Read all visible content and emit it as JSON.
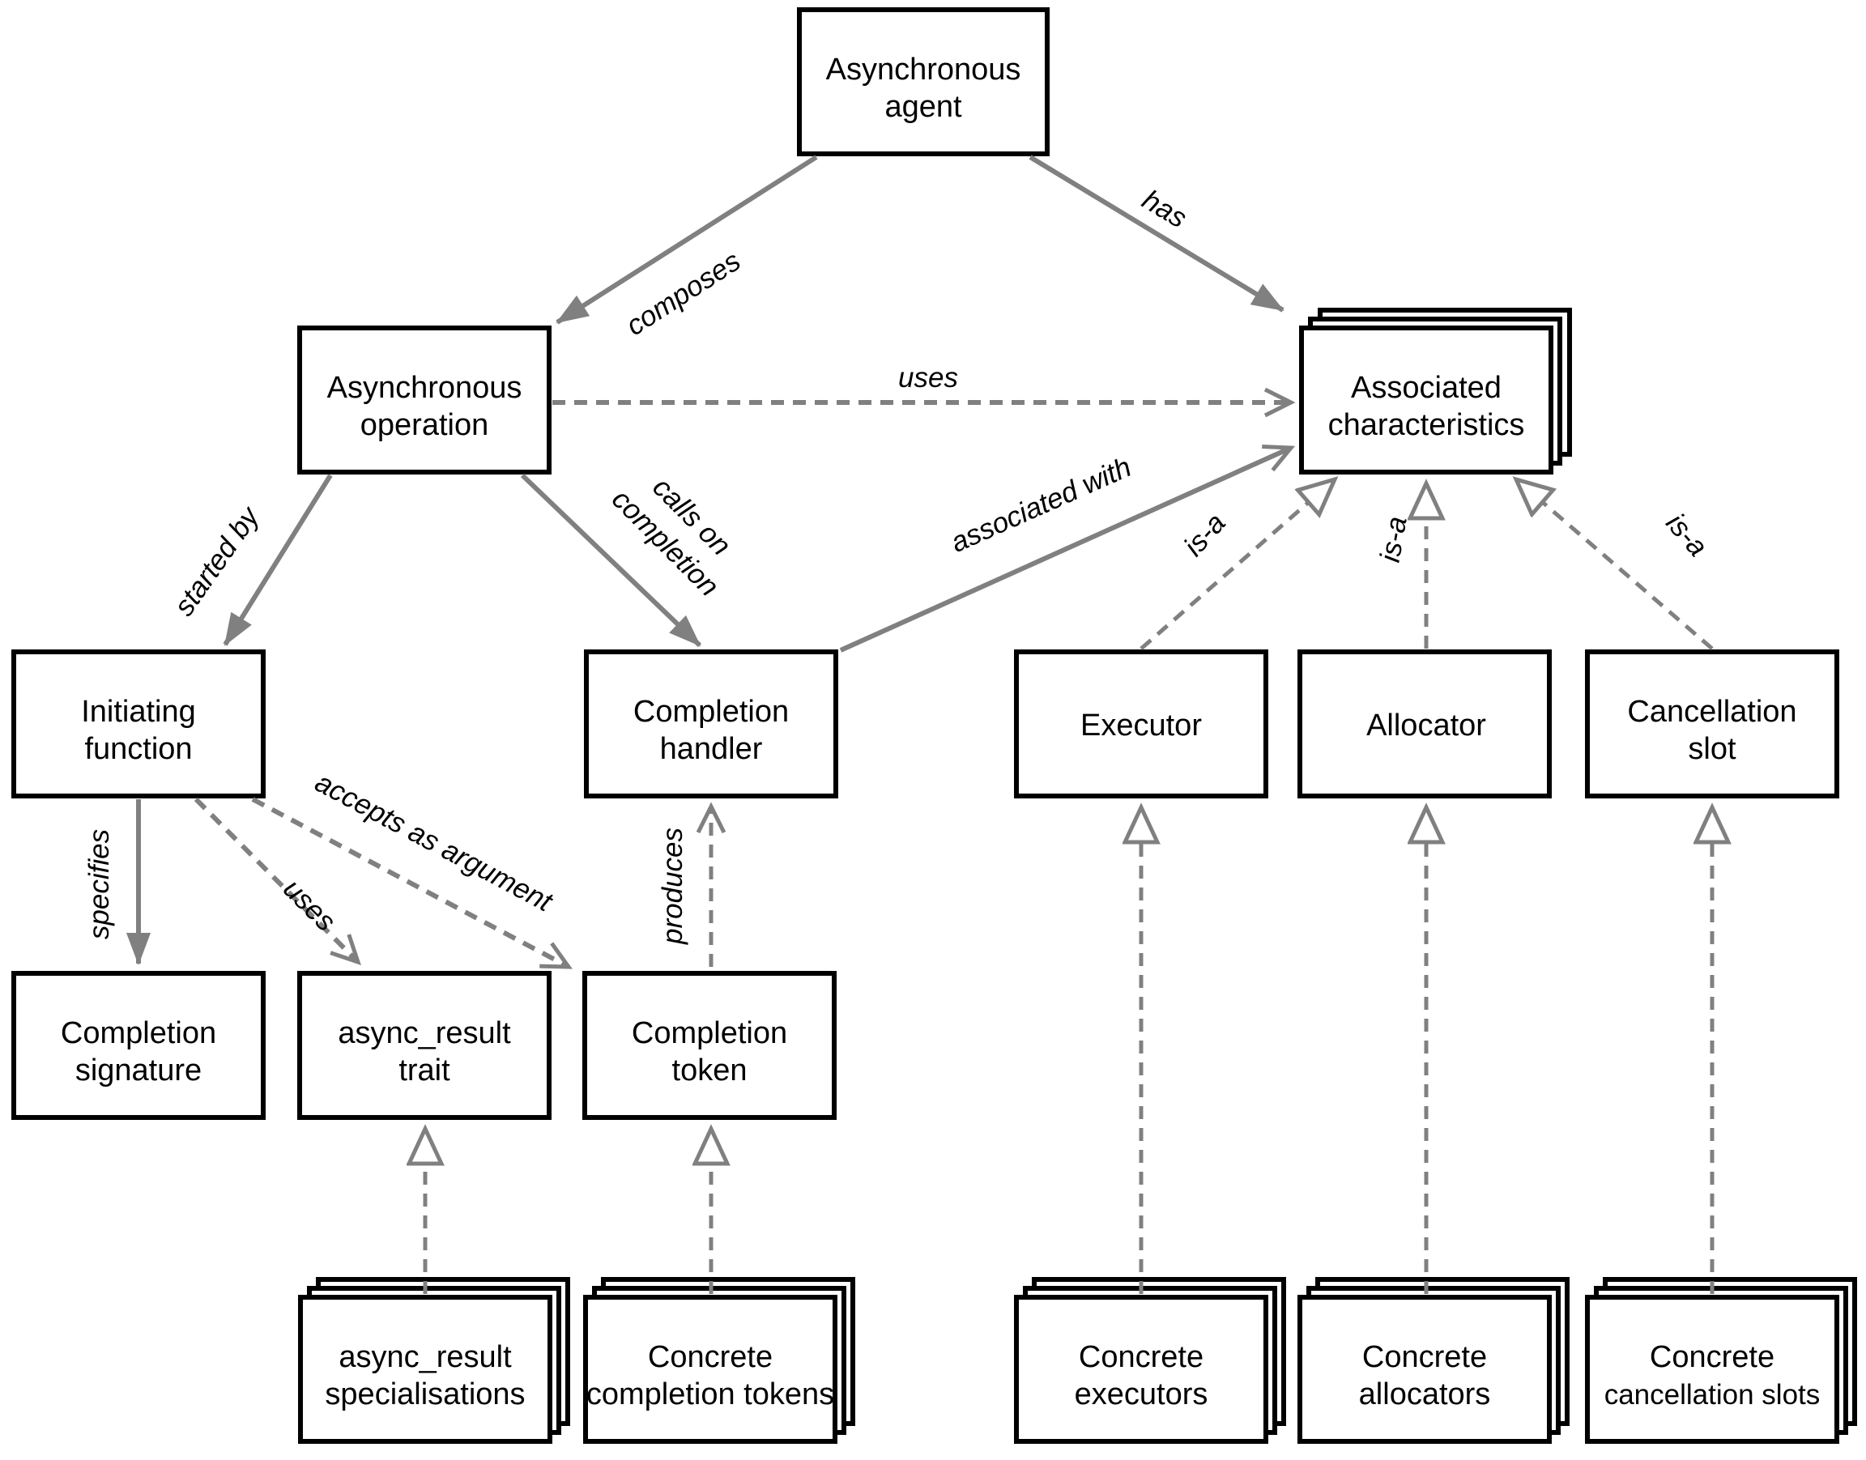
{
  "title": "Asynchronous model concept diagram",
  "colors": {
    "box_border": "#000000",
    "box_fill": "#ffffff",
    "arrow": "#808080",
    "text": "#000000",
    "background": "#ffffff"
  },
  "nodes": {
    "agent": {
      "lines": [
        "Asynchronous",
        "agent"
      ]
    },
    "operation": {
      "lines": [
        "Asynchronous",
        "operation"
      ]
    },
    "associated_characteristics": {
      "lines": [
        "Associated",
        "characteristics"
      ],
      "stacked": true
    },
    "initiating_function": {
      "lines": [
        "Initiating",
        "function"
      ]
    },
    "completion_handler": {
      "lines": [
        "Completion",
        "handler"
      ]
    },
    "executor": {
      "lines": [
        "Executor"
      ]
    },
    "allocator": {
      "lines": [
        "Allocator"
      ]
    },
    "cancellation_slot": {
      "lines": [
        "Cancellation",
        "slot"
      ]
    },
    "completion_signature": {
      "lines": [
        "Completion",
        "signature"
      ]
    },
    "async_result_trait": {
      "lines": [
        "async_result",
        "trait"
      ]
    },
    "completion_token": {
      "lines": [
        "Completion",
        "token"
      ]
    },
    "async_result_specialisations": {
      "lines": [
        "async_result",
        "specialisations"
      ],
      "stacked": true
    },
    "concrete_completion_tokens": {
      "lines": [
        "Concrete",
        "completion tokens"
      ],
      "stacked": true
    },
    "concrete_executors": {
      "lines": [
        "Concrete",
        "executors"
      ],
      "stacked": true
    },
    "concrete_allocators": {
      "lines": [
        "Concrete",
        "allocators"
      ],
      "stacked": true
    },
    "concrete_cancellation_slots": {
      "lines": [
        "Concrete",
        "cancellation slots"
      ],
      "stacked": true
    }
  },
  "edges": {
    "composes": "composes",
    "has": "has",
    "uses_assoc": "uses",
    "started_by": "started by",
    "calls_on_completion": {
      "line1": "calls on",
      "line2": "completion"
    },
    "associated_with": "associated with",
    "is_a_executor": "is-a",
    "is_a_allocator": "is-a",
    "is_a_cancellation": "is-a",
    "specifies": "specifies",
    "uses_trait": "uses",
    "accepts_as_argument": "accepts as argument",
    "produces": "produces"
  }
}
